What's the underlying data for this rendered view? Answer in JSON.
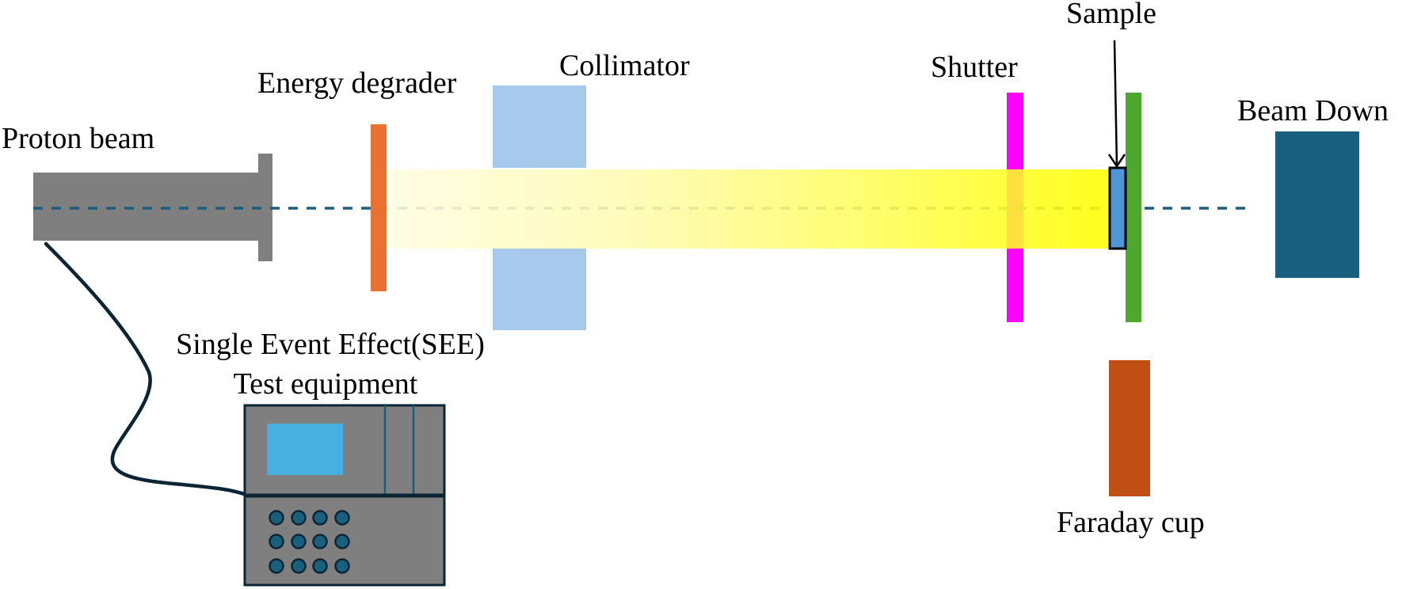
{
  "title": "Proton beam Single Event Effect test setup",
  "labels": {
    "proton_beam": "Proton beam",
    "energy_degrader": "Energy degrader",
    "collimator": "Collimator",
    "shutter": "Shutter",
    "sample": "Sample",
    "beam_down": "Beam Down",
    "faraday_cup": "Faraday cup",
    "see_line1": "Single Event Effect(SEE)",
    "see_line2": "Test equipment"
  },
  "colors": {
    "beamline_gray": "#7F7F7F",
    "axis_dash": "#1B5E7F",
    "degrader_orange": "#E97132",
    "collimator_blue": "#A6C9EC",
    "beam_yellow_start": "#FFFDE0",
    "beam_yellow_end": "#FFFF00",
    "shutter_magenta": "#FF00FF",
    "sample_blue": "#4E95D9",
    "sample_border": "#000000",
    "faraday_plate_green": "#4EA72E",
    "faraday_cup_brown": "#C04F15",
    "beam_dump_teal": "#195F7F",
    "cable_dark": "#0B2535",
    "equipment_screen": "#47B0E0",
    "equipment_button": "#19607F"
  },
  "equipment": {
    "button_rows": 3,
    "button_cols": 4
  }
}
